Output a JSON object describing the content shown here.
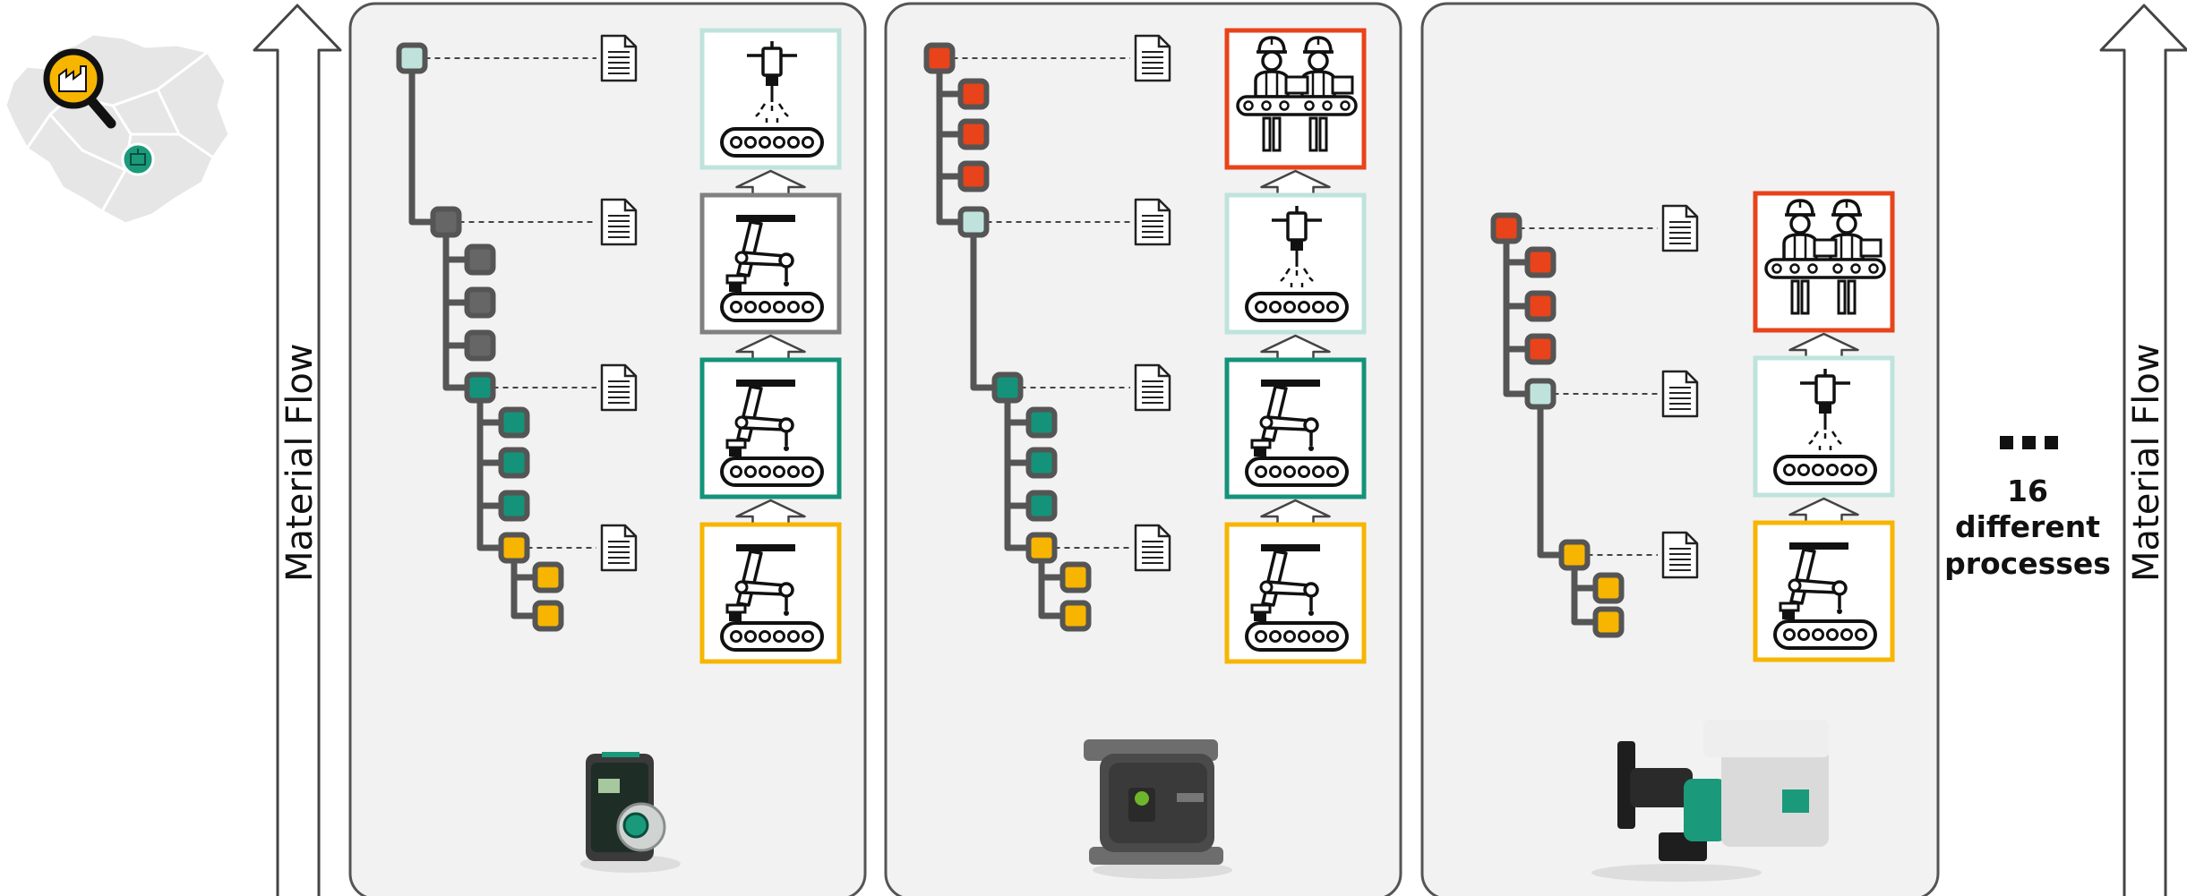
{
  "labels": {
    "material_flow_left": "Material Flow",
    "material_flow_right": "Material Flow",
    "ellipsis": "...",
    "process_count": "16",
    "process_line1": "different",
    "process_line2": "processes"
  },
  "colors": {
    "panel_bg": "#f2f2f2",
    "panel_border": "#555555",
    "tree_line": "#555555",
    "node_light": "#bfe3dc",
    "node_gray": "#666666",
    "node_teal": "#14937a",
    "node_yellow": "#f7b500",
    "node_red": "#e8431a",
    "frame_light": "#bfe3dc",
    "frame_gray": "#808080",
    "frame_teal": "#14937a",
    "frame_yellow": "#f7b500",
    "frame_red": "#e8431a",
    "brand_green": "#1a9a7a"
  },
  "icons": {
    "map": "location-map-icon",
    "magnifier": "factory-magnifier-icon",
    "document": "document-icon",
    "robot": "robot-arm-conveyor-icon",
    "drill": "drill-conveyor-icon",
    "workers": "workers-conveyor-icon",
    "arrow": "up-arrow-icon",
    "pump": "pump-product-image"
  },
  "panels": [
    {
      "id": "product-1",
      "product": "wall-pump-yonos",
      "tree": [
        {
          "depth": 0,
          "color": "light",
          "has_doc": true
        },
        {
          "depth": 1,
          "color": "gray",
          "has_doc": true
        },
        {
          "depth": 2,
          "color": "gray",
          "has_doc": false
        },
        {
          "depth": 2,
          "color": "gray",
          "has_doc": false
        },
        {
          "depth": 2,
          "color": "gray",
          "has_doc": false
        },
        {
          "depth": 2,
          "color": "teal",
          "has_doc": true
        },
        {
          "depth": 3,
          "color": "teal",
          "has_doc": false
        },
        {
          "depth": 3,
          "color": "teal",
          "has_doc": false
        },
        {
          "depth": 3,
          "color": "teal",
          "has_doc": false
        },
        {
          "depth": 3,
          "color": "yellow",
          "has_doc": true
        },
        {
          "depth": 4,
          "color": "yellow",
          "has_doc": false
        },
        {
          "depth": 4,
          "color": "yellow",
          "has_doc": false
        }
      ],
      "steps": [
        {
          "icon": "drill",
          "frame": "light"
        },
        {
          "icon": "robot",
          "frame": "gray"
        },
        {
          "icon": "robot",
          "frame": "teal"
        },
        {
          "icon": "robot",
          "frame": "yellow"
        }
      ]
    },
    {
      "id": "product-2",
      "product": "inline-pump-stratos",
      "tree": [
        {
          "depth": 0,
          "color": "red",
          "has_doc": true
        },
        {
          "depth": 1,
          "color": "red",
          "has_doc": false
        },
        {
          "depth": 1,
          "color": "red",
          "has_doc": false
        },
        {
          "depth": 1,
          "color": "red",
          "has_doc": false
        },
        {
          "depth": 1,
          "color": "light",
          "has_doc": true
        },
        {
          "depth": 2,
          "color": "teal",
          "has_doc": true
        },
        {
          "depth": 3,
          "color": "teal",
          "has_doc": false
        },
        {
          "depth": 3,
          "color": "teal",
          "has_doc": false
        },
        {
          "depth": 3,
          "color": "teal",
          "has_doc": false
        },
        {
          "depth": 3,
          "color": "yellow",
          "has_doc": true
        },
        {
          "depth": 4,
          "color": "yellow",
          "has_doc": false
        },
        {
          "depth": 4,
          "color": "yellow",
          "has_doc": false
        }
      ],
      "steps": [
        {
          "icon": "workers",
          "frame": "red"
        },
        {
          "icon": "drill",
          "frame": "light"
        },
        {
          "icon": "robot",
          "frame": "teal"
        },
        {
          "icon": "robot",
          "frame": "yellow"
        }
      ]
    },
    {
      "id": "product-3",
      "product": "standard-pump-atmos",
      "tree": [
        {
          "depth": 0,
          "color": "red",
          "has_doc": true
        },
        {
          "depth": 1,
          "color": "red",
          "has_doc": false
        },
        {
          "depth": 1,
          "color": "red",
          "has_doc": false
        },
        {
          "depth": 1,
          "color": "red",
          "has_doc": false
        },
        {
          "depth": 1,
          "color": "light",
          "has_doc": true
        },
        {
          "depth": 2,
          "color": "yellow",
          "has_doc": true
        },
        {
          "depth": 3,
          "color": "yellow",
          "has_doc": false
        },
        {
          "depth": 3,
          "color": "yellow",
          "has_doc": false
        }
      ],
      "steps": [
        {
          "icon": "workers",
          "frame": "red"
        },
        {
          "icon": "drill",
          "frame": "light"
        },
        {
          "icon": "robot",
          "frame": "yellow"
        }
      ]
    }
  ]
}
